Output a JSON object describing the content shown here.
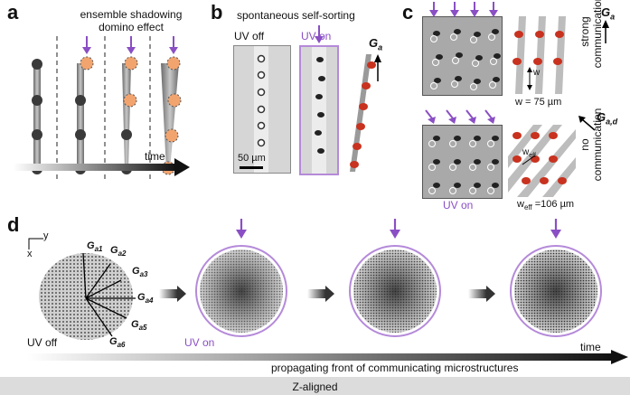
{
  "panels": {
    "a": {
      "label": "a",
      "title": "ensemble shadowing\ndomino effect",
      "time_label": "time"
    },
    "b": {
      "label": "b",
      "title": "spontaneous self-sorting",
      "uv_off": "UV off",
      "uv_on": "UV on",
      "scale_bar": "50 µm",
      "gradient_label": "G",
      "gradient_sub": "a"
    },
    "c": {
      "label": "c",
      "uv_on": "UV on",
      "strong": "strong\ncommunication",
      "none": "no\ncommunication",
      "w_top": "w = 75 µm",
      "w_label": "w",
      "weff_label": "w",
      "weff_sub": "eff",
      "weff_bottom_prefix": "w",
      "weff_bottom_sub": "eff",
      "weff_bottom_value": " =106 µm",
      "ga_top": "G",
      "ga_top_sub": "a",
      "ga_bottom": "G",
      "ga_bottom_sub": "a,d"
    },
    "d": {
      "label": "d",
      "axis_y": "y",
      "axis_x": "x",
      "vectors": [
        "a1",
        "a2",
        "a3",
        "a4",
        "a5",
        "a6"
      ],
      "vector_letter": "G",
      "uv_off": "UV off",
      "uv_on": "UV on",
      "time_label": "time",
      "front_label": "propagating front of communicating microstructures"
    }
  },
  "footer": {
    "text": "Z-aligned"
  },
  "colors": {
    "purple": "#8a4fc4",
    "orange": "#f2a46f",
    "red": "#c8321f",
    "gray": "#9a9a9a"
  }
}
